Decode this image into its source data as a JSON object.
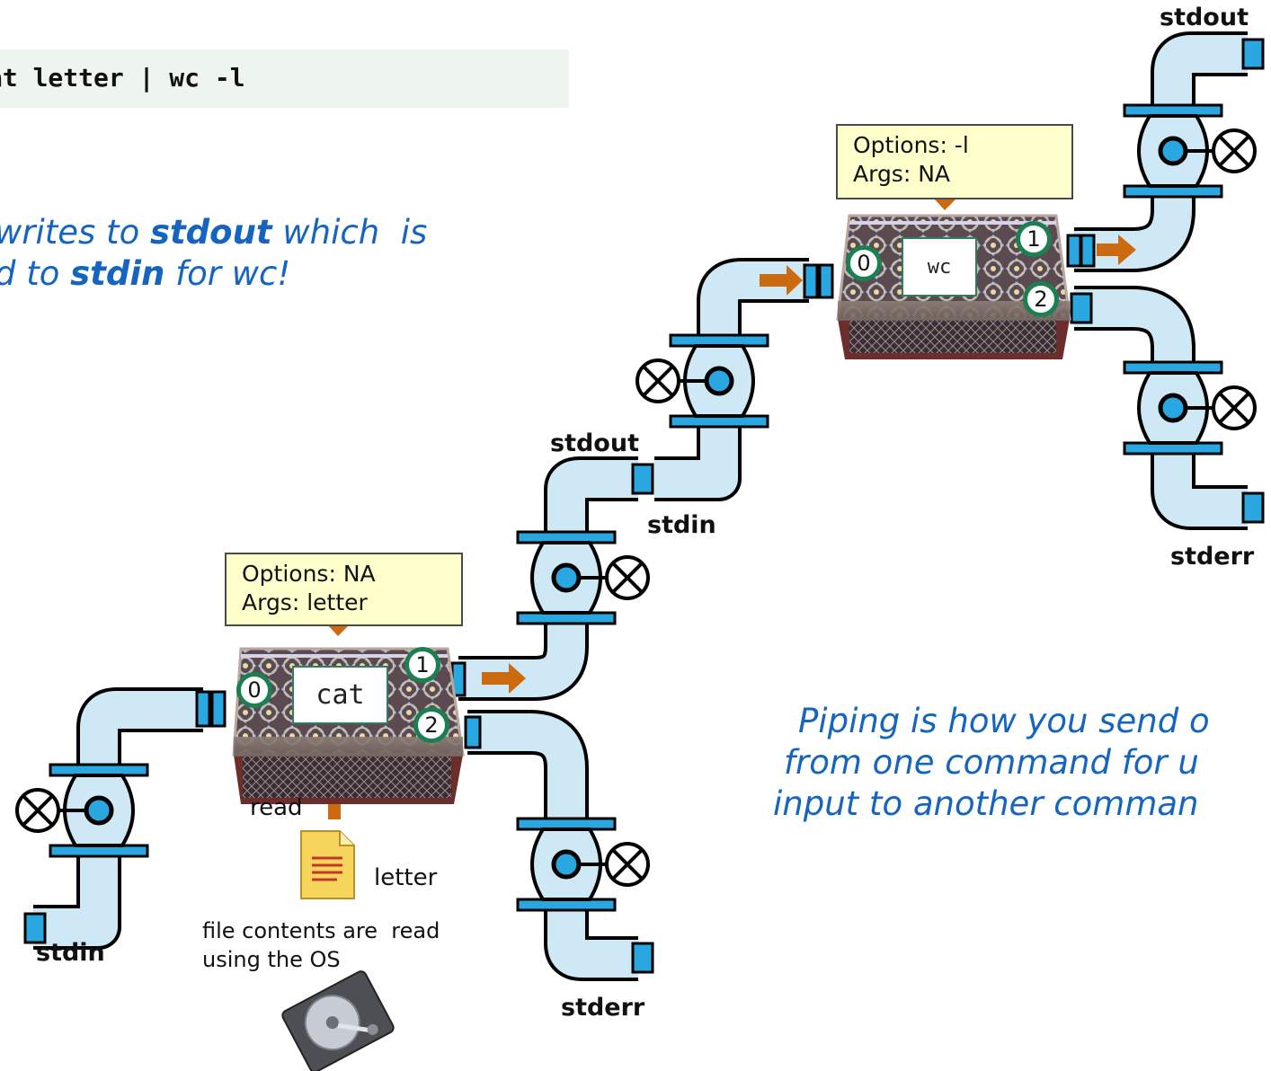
{
  "command": {
    "text": "at letter | wc -l"
  },
  "note_top": {
    "line1_pre": "writes to ",
    "line1_bold": "stdout",
    "line1_post": " which  is",
    "line2_pre": "d to ",
    "line2_bold": "stdin",
    "line2_post": " for wc!"
  },
  "note_bottom": {
    "line1": "Piping is how you send o",
    "line2": "from one command for u",
    "line3": "input to another comman"
  },
  "cat_box": {
    "command_label": "cat",
    "options": "Options: NA",
    "args": "Args: letter",
    "fd_in": "0",
    "fd_out": "1",
    "fd_err": "2"
  },
  "wc_box": {
    "command_label": "wc",
    "options": "Options: -l",
    "args": "Args: NA",
    "fd_in": "0",
    "fd_out": "1",
    "fd_err": "2"
  },
  "labels": {
    "cat_stdin": "stdin",
    "cat_stdout": "stdout",
    "cat_stderr": "stderr",
    "wc_stdin": "stdin",
    "wc_stdout": "stdout",
    "wc_stderr": "stderr",
    "read": "read",
    "letter": "letter",
    "file_note_1": "file contents are  read",
    "file_note_2": "using the OS"
  },
  "colors": {
    "pipe": "#cfe8f6",
    "flange": "#2aa6e0",
    "arrow": "#cc6a10",
    "fd_ring": "#1b7f52",
    "callout": "#ffffcc",
    "note": "#1565c0"
  }
}
